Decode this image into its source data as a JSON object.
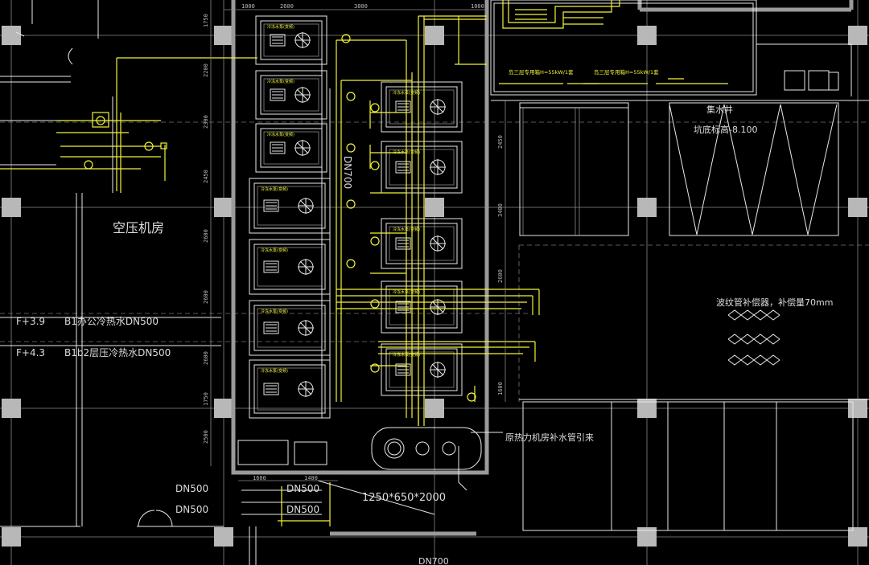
{
  "labels": {
    "room_air_compressor": "空压机房",
    "pipe_b1_hot_water": "B1办公冷热水DN500",
    "pipe_b1b2_hot_water": "B1b2层压冷热水DN500",
    "elev_f39": "F+3.9",
    "elev_f43": "F+4.3",
    "main_pipe_dn700": "DN700",
    "bottom_pipe_dn700": "DN700",
    "dn500_1": "DN500",
    "dn500_2": "DN500",
    "dn500_3": "DN500",
    "dn500_4": "DN500",
    "sump": "集水井",
    "sump_elev": "坑底标高-8.100",
    "compensator": "波纹管补偿器，补偿量70mm",
    "tank_dims": "1250*650*2000",
    "makeup_pipe": "原热力机房补水管引来",
    "panel_label_1": "岛三层专用箱H=55kW/1套",
    "panel_label_2": "岛三层专用箱H=55kW/1套",
    "unit_tag": "冷冻水泵(变频)"
  },
  "dimensions": {
    "top": [
      "1000",
      "2600",
      "3800",
      "1000"
    ],
    "left_col": [
      "1750",
      "2200",
      "2300",
      "2450",
      "2600",
      "2600",
      "2600",
      "1750",
      "2500"
    ],
    "right_col": [
      "2450",
      "3400",
      "2600",
      "1600"
    ],
    "bottom": [
      "1600",
      "1400"
    ]
  },
  "colors": {
    "background": "#000000",
    "pipe": "#f2f23a",
    "line": "#e8e8e8",
    "column": "#b8b8b8"
  }
}
